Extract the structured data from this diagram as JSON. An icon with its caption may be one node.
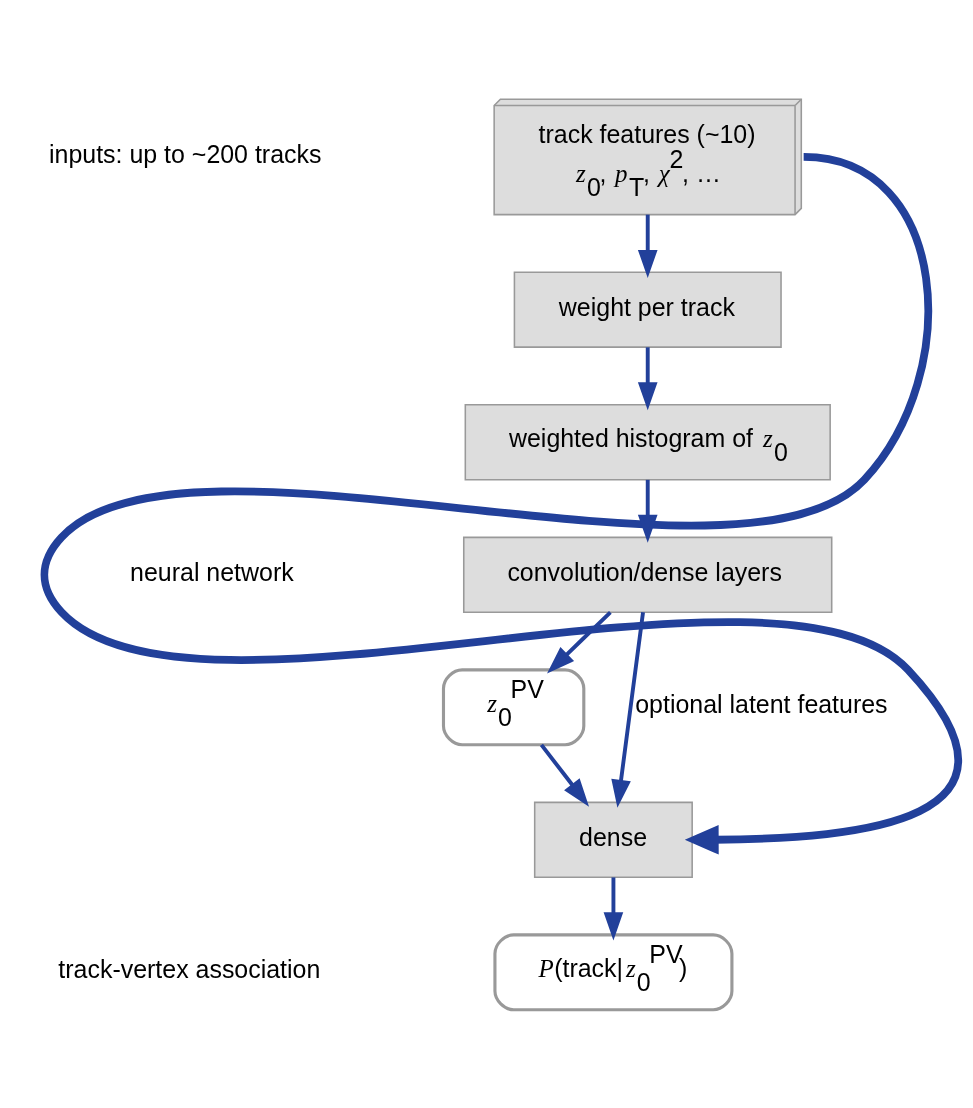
{
  "diagram": {
    "nodes": [
      {
        "text": [
          "track features (~10)",
          "*z*$_{0}$, *p*$_{T}$, *χ*$^{2}$, …"
        ]
      },
      {
        "text": [
          "weight per track"
        ]
      },
      {
        "text": [
          "weighted histogram of *z*$_{0}$"
        ]
      },
      {
        "text": [
          "convolution/dense layers"
        ]
      },
      {
        "text": [
          "*z*$_{0}$$^{PV}$"
        ]
      },
      {
        "text": [
          "dense"
        ]
      },
      {
        "text": [
          "*P*(track|*z*$_{0}$$^{PV}$)"
        ]
      }
    ],
    "edges": [
      {
        "from": 0,
        "to": 1,
        "arrow": "to"
      },
      {
        "from": 1,
        "to": 2,
        "arrow": "to"
      },
      {
        "from": 2,
        "to": 3,
        "arrow": "to"
      },
      {
        "from": 3,
        "to": 4,
        "arrow": "to"
      },
      {
        "from": 4,
        "to": 5,
        "arrow": "to"
      },
      {
        "from": 3,
        "to": 5,
        "arrow": "to",
        "label": "optional latent features"
      },
      {
        "from": 0,
        "to": 5,
        "arrow": "to",
        "style": "thick"
      },
      {
        "from": 5,
        "to": 6,
        "arrow": "to"
      }
    ],
    "labels": [
      "inputs: up to ~200 tracks",
      "neural network",
      "track-vertex association"
    ]
  }
}
